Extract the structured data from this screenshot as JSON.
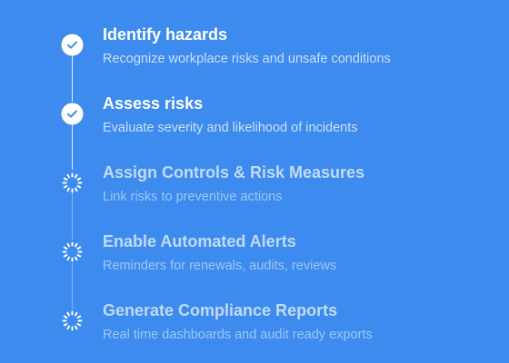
{
  "steps": [
    {
      "title": "Identify hazards",
      "description": "Recognize workplace risks and unsafe conditions",
      "status": "completed",
      "icon": "check-icon"
    },
    {
      "title": "Assess risks",
      "description": "Evaluate severity and likelihood of incidents",
      "status": "completed",
      "icon": "check-icon"
    },
    {
      "title": "Assign Controls & Risk Measures",
      "description": "Link risks to preventive actions",
      "status": "pending",
      "icon": "loading-spinner-icon"
    },
    {
      "title": "Enable Automated Alerts",
      "description": "Reminders for renewals, audits, reviews",
      "status": "pending",
      "icon": "loading-spinner-icon"
    },
    {
      "title": "Generate Compliance Reports",
      "description": "Real time dashboards and audit ready exports",
      "status": "pending",
      "icon": "loading-spinner-icon"
    }
  ],
  "colors": {
    "background": "#3d8bef",
    "completed_marker": "#ffffff",
    "check_mark": "#3d8bef"
  }
}
